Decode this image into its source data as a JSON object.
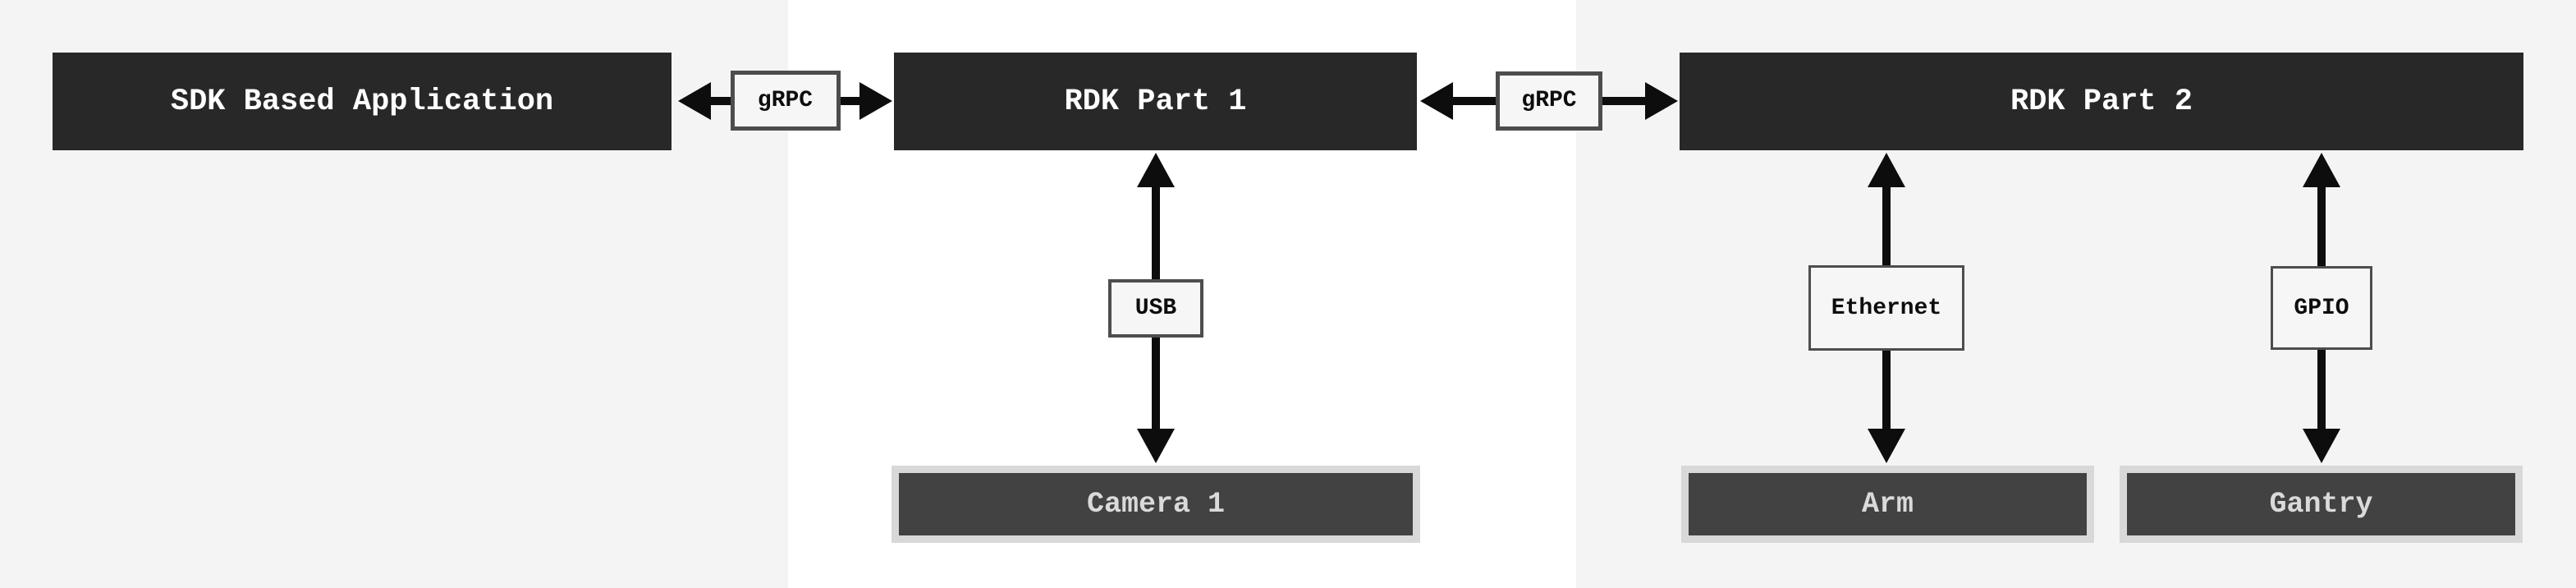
{
  "diagram": {
    "nodes": {
      "sdk": {
        "label": "SDK Based Application",
        "kind": "application"
      },
      "rdk1": {
        "label": "RDK Part 1",
        "kind": "rdk-process"
      },
      "rdk2": {
        "label": "RDK Part 2",
        "kind": "rdk-process"
      },
      "camera": {
        "label": "Camera 1",
        "kind": "hardware-device"
      },
      "arm": {
        "label": "Arm",
        "kind": "hardware-device"
      },
      "gantry": {
        "label": "Gantry",
        "kind": "hardware-device"
      }
    },
    "connectors": {
      "grpc1": {
        "label": "gRPC",
        "from": "SDK Based Application",
        "to": "RDK Part 1",
        "direction": "bidirectional"
      },
      "grpc2": {
        "label": "gRPC",
        "from": "RDK Part 1",
        "to": "RDK Part 2",
        "direction": "bidirectional"
      },
      "usb": {
        "label": "USB",
        "from": "RDK Part 1",
        "to": "Camera 1",
        "direction": "bidirectional"
      },
      "ethernet": {
        "label": "Ethernet",
        "from": "RDK Part 2",
        "to": "Arm",
        "direction": "bidirectional"
      },
      "gpio": {
        "label": "GPIO",
        "from": "RDK Part 2",
        "to": "Gantry",
        "direction": "bidirectional"
      }
    },
    "colors": {
      "panel_gray": "#f4f4f4",
      "panel_white": "#ffffff",
      "node_dark_bg": "#282828",
      "node_dark_text": "#ffffff",
      "device_bg": "#424242",
      "device_border": "#d8d8d8",
      "device_text": "#dadada",
      "label_bg": "#f6f6f6",
      "label_border": "#4d4d4d",
      "label_text": "#0d0d0d",
      "arrow": "#0d0d0d"
    }
  }
}
